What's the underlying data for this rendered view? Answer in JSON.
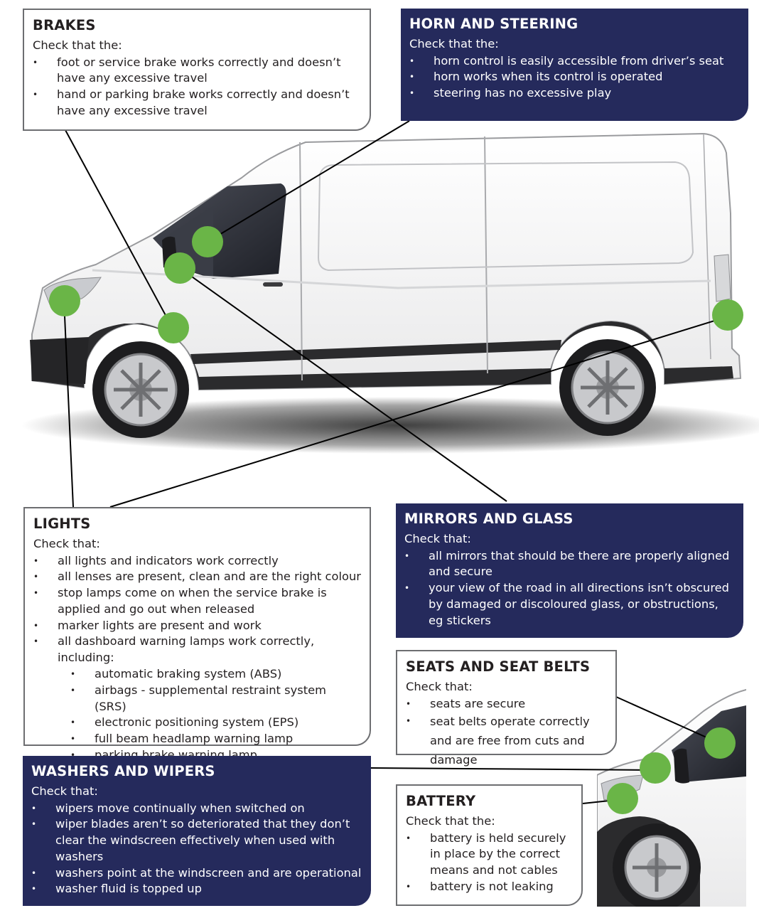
{
  "brakes": {
    "title": "BRAKES",
    "intro": "Check that the:",
    "items": [
      "foot or service brake works correctly and doesn’t have any excessive travel",
      "hand or parking brake works correctly and doesn’t have any excessive travel"
    ]
  },
  "horn": {
    "title": "HORN AND STEERING",
    "intro": "Check that the:",
    "items": [
      "horn control is easily accessible from driver’s seat",
      "horn works when its control is operated",
      "steering has no excessive play"
    ]
  },
  "lights": {
    "title": "LIGHTS",
    "intro": "Check that:",
    "items": [
      "all lights and indicators work correctly",
      "all lenses are present, clean and are the right colour",
      "stop lamps come on when the service brake is applied and go out when released",
      "marker lights are present and work",
      "all dashboard warning lamps work correctly, including:"
    ],
    "subitems": [
      "automatic braking system (ABS)",
      "airbags - supplemental restraint system (SRS)",
      "electronic positioning system (EPS)",
      "full beam headlamp warning lamp",
      "parking brake warning lamp"
    ]
  },
  "mirrors": {
    "title": "MIRRORS AND GLASS",
    "intro": "Check that:",
    "items": [
      "all mirrors that should be there are properly aligned and secure",
      "your view of the road in all directions isn’t obscured by damaged or discoloured glass, or obstructions, eg stickers"
    ]
  },
  "seats": {
    "title": "SEATS AND SEAT BELTS",
    "intro": "Check that:",
    "items": [
      "seats are secure",
      "seat belts operate correctly and are free from cuts and damage"
    ]
  },
  "washers": {
    "title": "WASHERS AND WIPERS",
    "intro": "Check that:",
    "items": [
      "wipers move continually when switched on",
      "wiper blades aren’t so deteriorated that they don’t clear the windscreen effectively when used with washers",
      "washers point at the windscreen and are operational",
      "washer fluid is topped up"
    ]
  },
  "battery": {
    "title": "BATTERY",
    "intro": "Check that the:",
    "items": [
      "battery is held securely in place by the correct means and not cables",
      "battery is not leaking"
    ]
  },
  "colors": {
    "dark_panel": "#252a5c",
    "marker": "#6ab547",
    "van_body": "#ffffff",
    "van_trim": "#2b2b2d"
  }
}
